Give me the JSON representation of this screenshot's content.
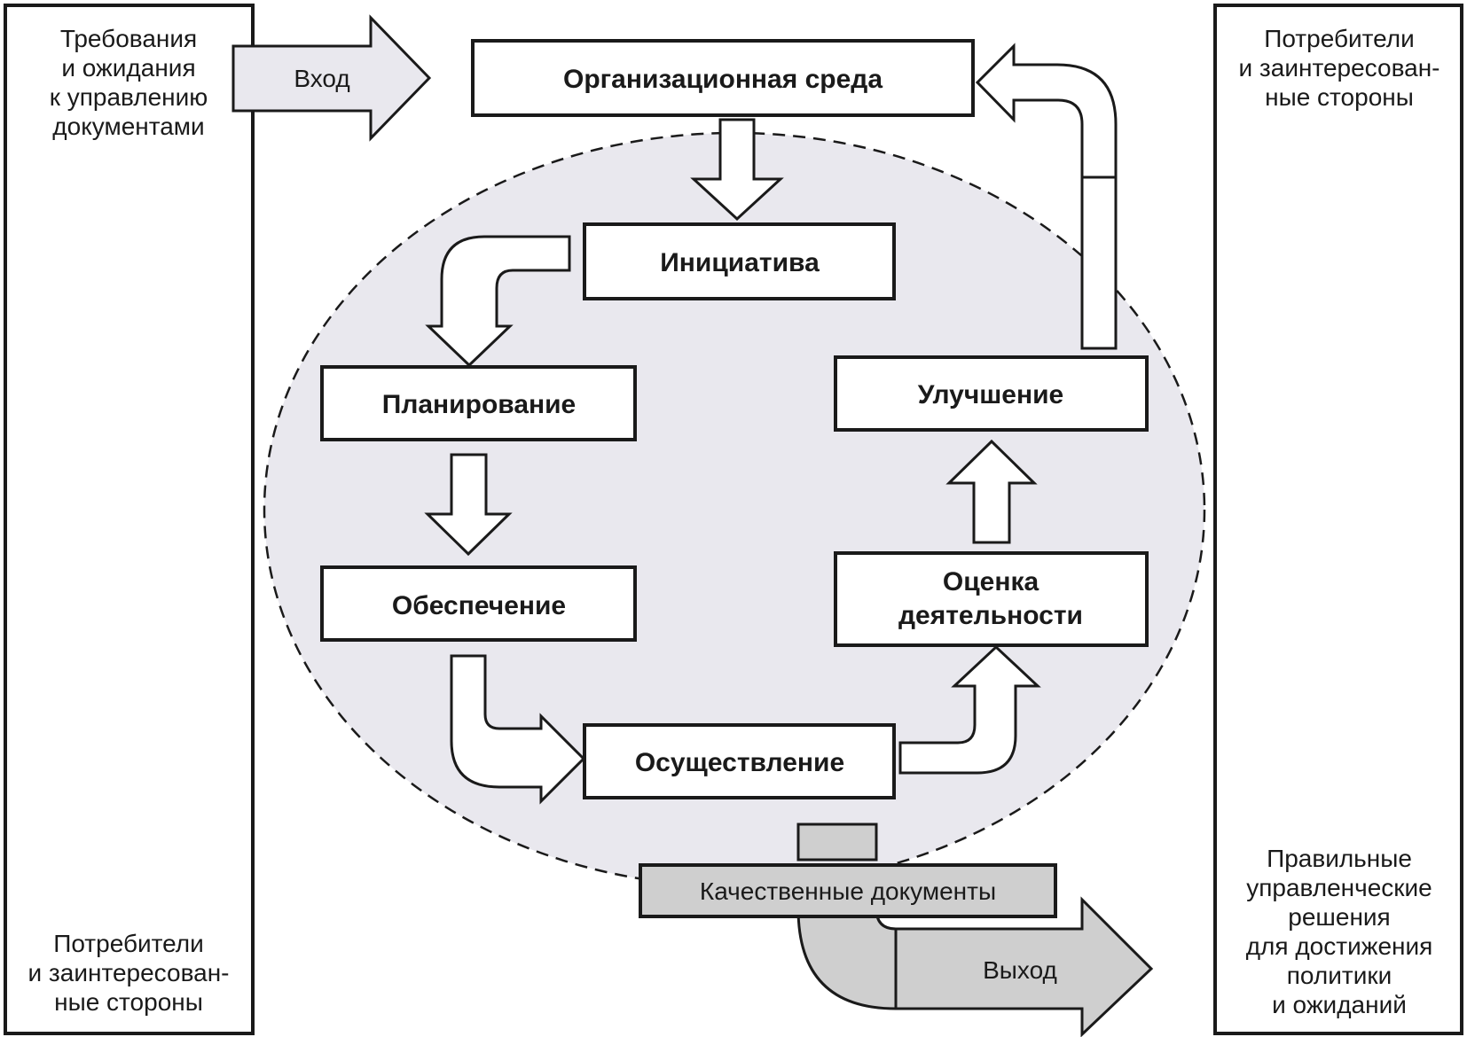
{
  "left_panel": {
    "top_lines": [
      "Требования",
      "и ожидания",
      "к управлению",
      "документами"
    ],
    "bottom_lines": [
      "Потребители",
      "и заинтересован-",
      "ные стороны"
    ]
  },
  "right_panel": {
    "top_lines": [
      "Потребители",
      "и заинтересован-",
      "ные стороны"
    ],
    "bottom_lines": [
      "Правильные",
      "управленческие",
      "решения",
      "для достижения",
      "политики",
      "и ожиданий"
    ]
  },
  "input_arrow": {
    "label": "Вход"
  },
  "output_arrow": {
    "label": "Выход"
  },
  "stages": {
    "environment": "Организационная среда",
    "initiative": "Инициатива",
    "planning": "Планирование",
    "support": "Обеспечение",
    "implementation": "Осуществление",
    "evaluation": [
      "Оценка",
      "деятельности"
    ],
    "improvement": "Улучшение"
  },
  "quality_documents": "Качественные документы",
  "colors": {
    "cycle_fill": "#e9e8ee",
    "output_fill": "#cfcfcf",
    "stroke": "#1a1a1a"
  }
}
